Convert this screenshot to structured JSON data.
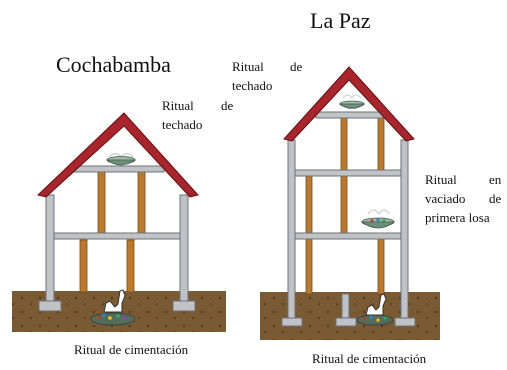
{
  "houses": [
    {
      "city": "Cochabamba",
      "rituals": {
        "roof": [
          "Ritual",
          "de",
          "techado"
        ],
        "foundation": "Ritual de cimentación"
      }
    },
    {
      "city": "La Paz",
      "rituals": {
        "roof": [
          "Ritual",
          "de",
          "techado"
        ],
        "slab": [
          "Ritual",
          "en",
          "vaciado",
          "de",
          "primera losa"
        ],
        "foundation": "Ritual de cimentación"
      }
    }
  ],
  "colors": {
    "soil": "#7a5a32",
    "roof": "#a8252c",
    "concrete": "#bfc2c7",
    "concrete_edge": "#6e7176",
    "wood_post": "#b9792f",
    "bowl": "#6c8f78"
  }
}
